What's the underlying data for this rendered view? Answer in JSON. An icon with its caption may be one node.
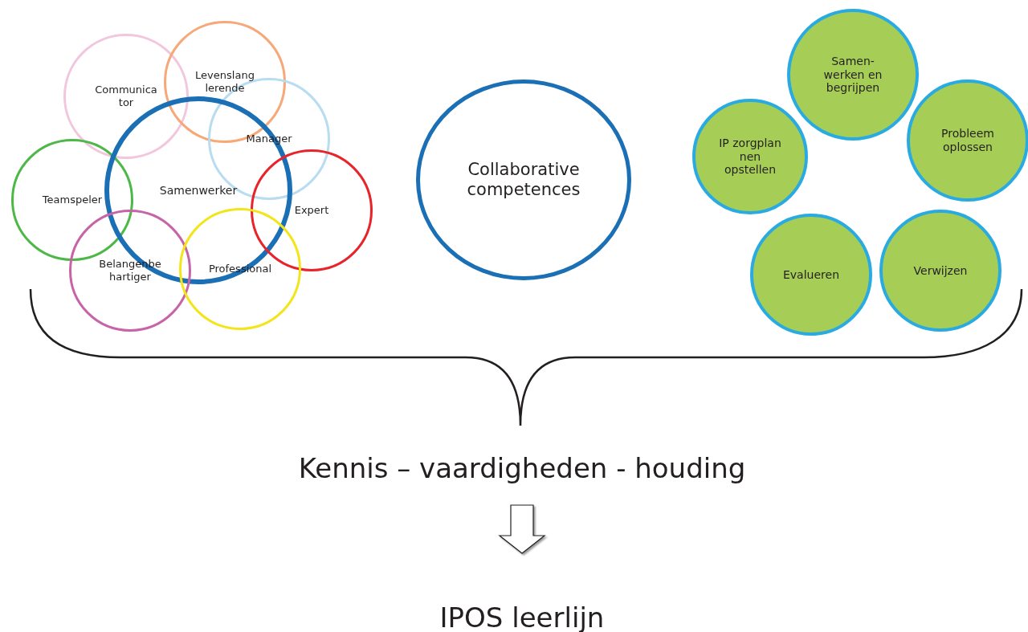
{
  "diagram": {
    "nodes": [
      {
        "text": [
          "Communica tor"
        ]
      },
      {
        "text": [
          "Levenslang lerende"
        ]
      },
      {
        "text": [
          "Manager"
        ]
      },
      {
        "text": [
          "Teamspeler"
        ]
      },
      {
        "text": [
          "Samenwerker"
        ]
      },
      {
        "text": [
          "Expert"
        ]
      },
      {
        "text": [
          "Belangenbe hartiger"
        ]
      },
      {
        "text": [
          "Professional"
        ]
      },
      {
        "text": [
          "Collaborative competences"
        ]
      },
      {
        "text": [
          "Samen- werken en begrijpen"
        ]
      },
      {
        "text": [
          "IP zorgplan nen opstellen"
        ]
      },
      {
        "text": [
          "Probleem oplossen"
        ]
      },
      {
        "text": [
          "Evalueren"
        ]
      },
      {
        "text": [
          "Verwijzen"
        ]
      },
      {
        "text": [
          "Kennis – vaardigheden - houding"
        ]
      },
      {
        "text": [
          "IPOS leerlijn"
        ]
      }
    ],
    "edges": [
      {
        "from": 14,
        "to": 15,
        "arrow": "to"
      }
    ]
  }
}
